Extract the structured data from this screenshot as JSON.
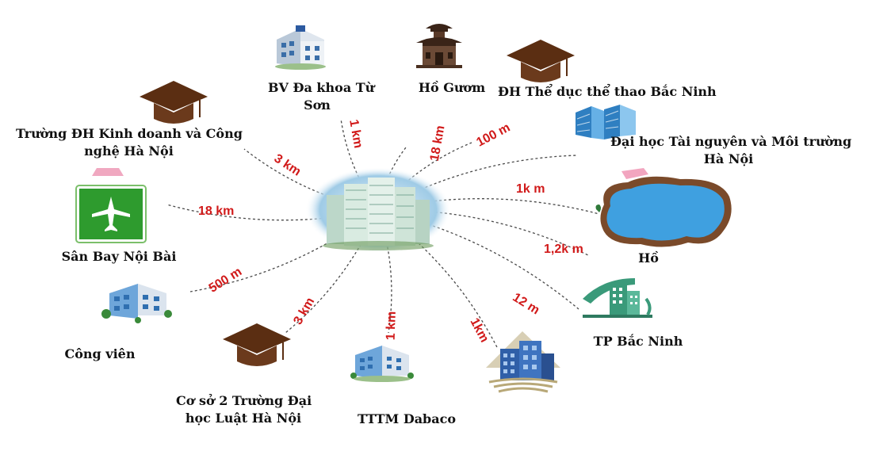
{
  "center": {
    "name": "project-building"
  },
  "destinations": [
    {
      "id": "luat",
      "label": "Cơ sở 2 Trường Đại\nhọc Luật Hà Nội",
      "distance": "3 km",
      "icon": "graduation-cap-icon"
    },
    {
      "id": "dabaco",
      "label": "TTTM Dabaco",
      "distance": "1 km",
      "icon": "mall-building-icon"
    },
    {
      "id": "bldg",
      "label": "",
      "distance": "1km",
      "icon": "office-tower-icon"
    },
    {
      "id": "bacninh",
      "label": "TP Bắc Ninh",
      "distance": "12 m",
      "icon": "city-icon"
    },
    {
      "id": "ho",
      "label": "Hồ",
      "distance": "1,2k m",
      "icon": "lake-icon"
    },
    {
      "id": "tainguyen",
      "label": "Đại học Tài nguyên và Môi trường\nHà Nội",
      "distance": "1k m",
      "icon": "university-building-icon"
    },
    {
      "id": "thethao",
      "label": "ĐH Thể dục thể thao Bắc Ninh",
      "distance": "100 m",
      "icon": "graduation-cap-icon"
    },
    {
      "id": "hoguom",
      "label": "Hồ Gươm",
      "distance": "18 km",
      "icon": "pagoda-icon"
    },
    {
      "id": "bv",
      "label": "BV Đa khoa Từ\nSơn",
      "distance": "1 km",
      "icon": "hospital-icon"
    },
    {
      "id": "kinhdoanh",
      "label": "Trường ĐH Kinh doanh và Công\nnghệ Hà Nội",
      "distance": "3 km",
      "icon": "graduation-cap-icon"
    },
    {
      "id": "noibai",
      "label": "Sân Bay Nội Bài",
      "distance": "18 km",
      "icon": "airport-icon"
    },
    {
      "id": "congvien",
      "label": "Công viên",
      "distance": "500 m",
      "icon": "park-building-icon"
    }
  ],
  "colors": {
    "distance": "#d11a1a",
    "connector": "#4a4a4a",
    "cap": "#5b2e12",
    "airport": "#2e9b2e",
    "lake": "#3fa0e0",
    "city": "#3a9a7a"
  }
}
